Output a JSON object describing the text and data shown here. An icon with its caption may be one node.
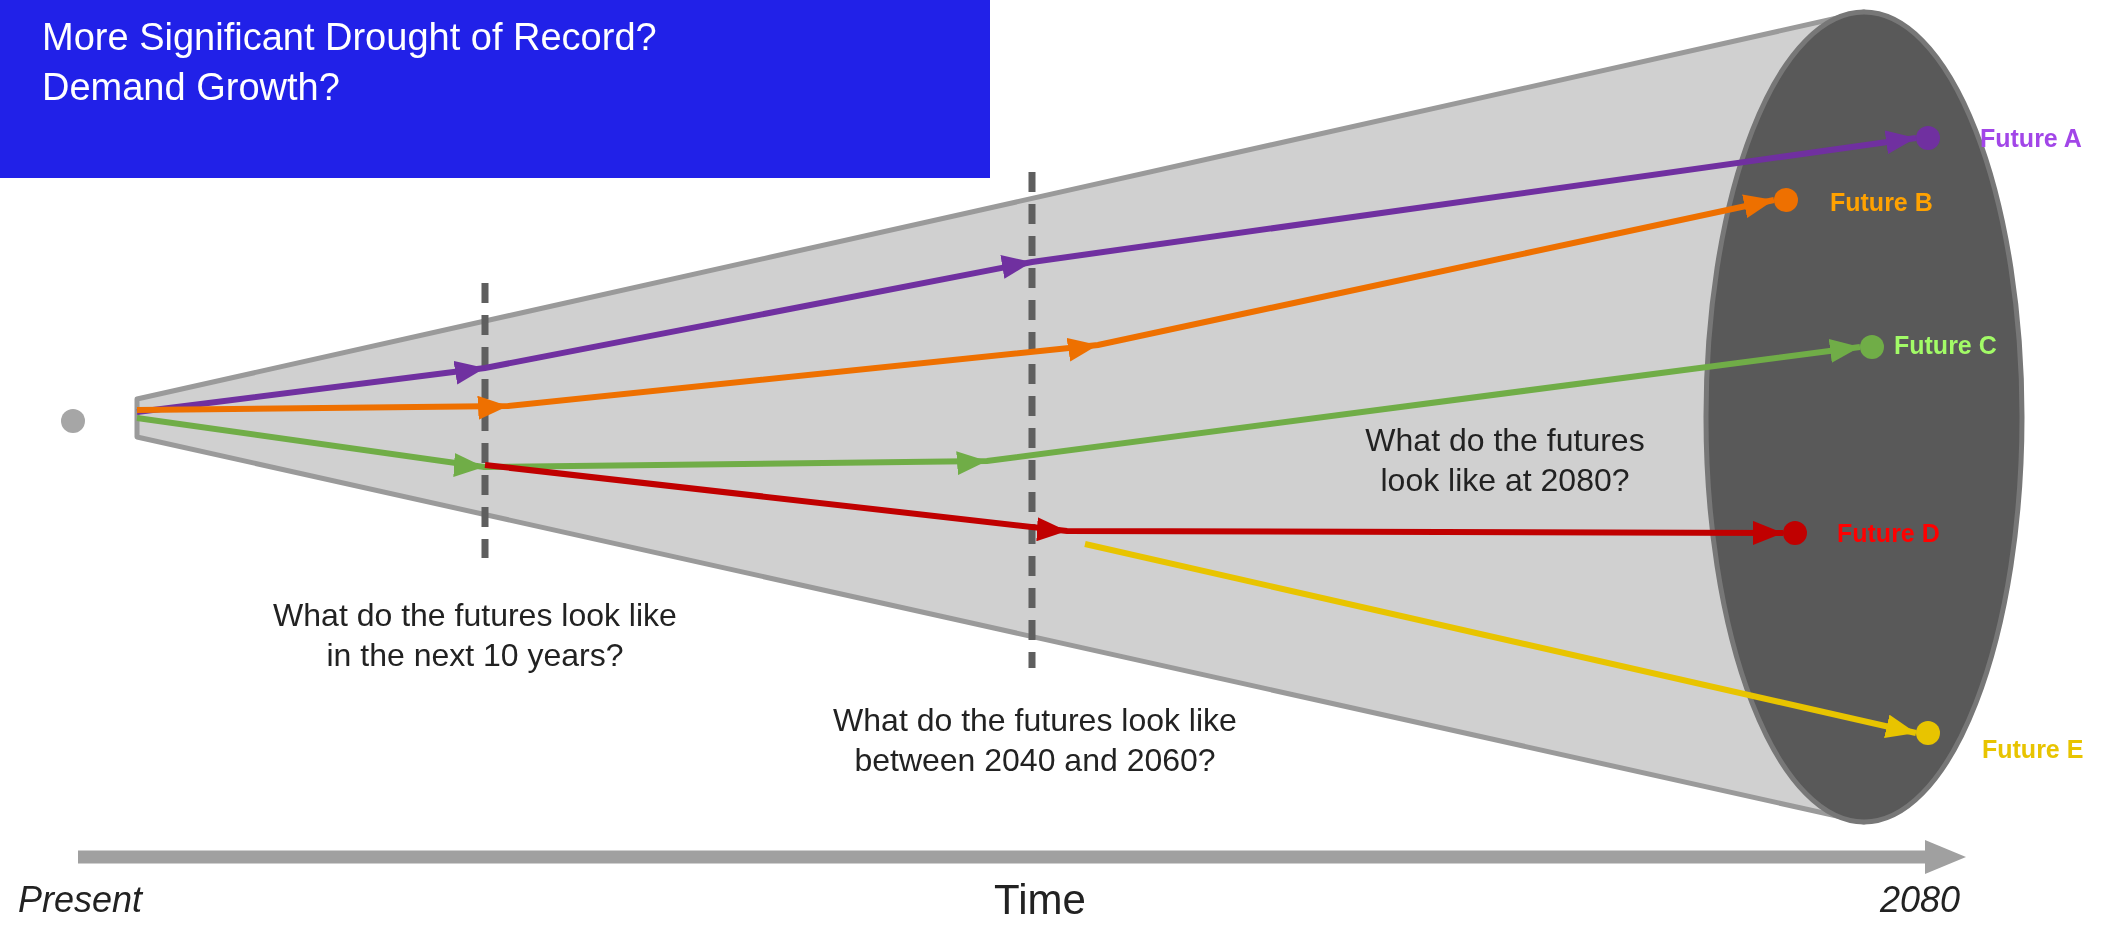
{
  "diagram": {
    "title": "More Significant Drought of Record? Demand Growth?",
    "nodes": [
      {
        "text": [
          "Future A"
        ]
      },
      {
        "text": [
          "Future B"
        ]
      },
      {
        "text": [
          "Future C"
        ]
      },
      {
        "text": [
          "Future D"
        ]
      },
      {
        "text": [
          "Future E"
        ]
      }
    ],
    "edges": [
      {
        "from": null,
        "to": 0,
        "arrow": "to",
        "color": "#7030a0"
      },
      {
        "from": null,
        "to": 1,
        "arrow": "to",
        "color": "#ee7000"
      },
      {
        "from": null,
        "to": 2,
        "arrow": "to",
        "color": "#70ad47"
      },
      {
        "from": null,
        "to": 3,
        "arrow": "to",
        "color": "#c00000"
      },
      {
        "from": null,
        "to": 4,
        "arrow": "to",
        "color": "#e8c400"
      }
    ],
    "labels": [
      "What do the futures look like in the next 10 years?",
      "What do the futures look like between 2040 and 2060?",
      "What do the futures look like at 2080?",
      "Present",
      "Time",
      "2080"
    ]
  }
}
